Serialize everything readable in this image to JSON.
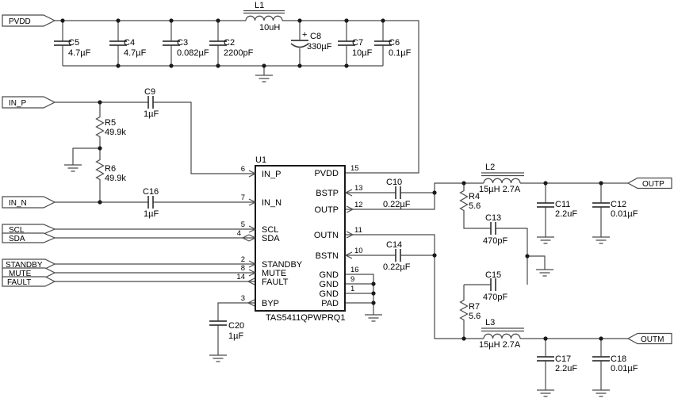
{
  "colors": {
    "background": "#ffffff",
    "wire": "#4a4a4a",
    "text": "#000000"
  },
  "ic": {
    "ref": "U1",
    "part_number": "TAS5411QPWPRQ1",
    "left_pins": [
      {
        "num": "6",
        "name": "IN_P"
      },
      {
        "num": "7",
        "name": "IN_N"
      },
      {
        "num": "5",
        "name": "SCL"
      },
      {
        "num": "4",
        "name": "SDA"
      },
      {
        "num": "2",
        "name": "STANDBY"
      },
      {
        "num": "8",
        "name": "MUTE"
      },
      {
        "num": "14",
        "name": "FAULT"
      },
      {
        "num": "3",
        "name": "BYP"
      }
    ],
    "right_pins": [
      {
        "num": "15",
        "name": "PVDD"
      },
      {
        "num": "13",
        "name": "BSTP"
      },
      {
        "num": "12",
        "name": "OUTP"
      },
      {
        "num": "11",
        "name": "OUTN"
      },
      {
        "num": "10",
        "name": "BSTN"
      },
      {
        "num": "16",
        "name": "GND"
      },
      {
        "num": "9",
        "name": "GND"
      },
      {
        "num": "1",
        "name": "GND"
      },
      {
        "num": "",
        "name": "PAD"
      }
    ]
  },
  "connectors": {
    "pvdd": "PVDD",
    "in_p": "IN_P",
    "in_n": "IN_N",
    "scl": "SCL",
    "sda": "SDA",
    "standby": "STANDBY",
    "mute": "MUTE",
    "fault": "FAULT",
    "outp": "OUTP",
    "outm": "OUTM"
  },
  "components": {
    "C5": {
      "ref": "C5",
      "value": "4.7µF"
    },
    "C4": {
      "ref": "C4",
      "value": "4.7µF"
    },
    "C3": {
      "ref": "C3",
      "value": "0.082µF"
    },
    "C2": {
      "ref": "C2",
      "value": "2200pF"
    },
    "C8": {
      "ref": "C8",
      "value": "330µF",
      "polarity": "+"
    },
    "C7": {
      "ref": "C7",
      "value": "10µF"
    },
    "C6": {
      "ref": "C6",
      "value": "0.1µF"
    },
    "L1": {
      "ref": "L1",
      "value": "10uH"
    },
    "C9": {
      "ref": "C9",
      "value": "1µF"
    },
    "C16": {
      "ref": "C16",
      "value": "1µF"
    },
    "R5": {
      "ref": "R5",
      "value": "49.9k"
    },
    "R6": {
      "ref": "R6",
      "value": "49.9k"
    },
    "C20": {
      "ref": "C20",
      "value": "1µF"
    },
    "C10": {
      "ref": "C10",
      "value": "0.22µF"
    },
    "C14": {
      "ref": "C14",
      "value": "0.22µF"
    },
    "L2": {
      "ref": "L2",
      "value": "15µH  2.7A"
    },
    "L3": {
      "ref": "L3",
      "value": "15µH  2.7A"
    },
    "R4": {
      "ref": "R4",
      "value": "5.6"
    },
    "R7": {
      "ref": "R7",
      "value": "5.6"
    },
    "C13": {
      "ref": "C13",
      "value": "470pF"
    },
    "C15": {
      "ref": "C15",
      "value": "470pF"
    },
    "C11": {
      "ref": "C11",
      "value": "2.2uF"
    },
    "C12": {
      "ref": "C12",
      "value": "0.01µF"
    },
    "C17": {
      "ref": "C17",
      "value": "2.2uF"
    },
    "C18": {
      "ref": "C18",
      "value": "0.01µF"
    }
  }
}
